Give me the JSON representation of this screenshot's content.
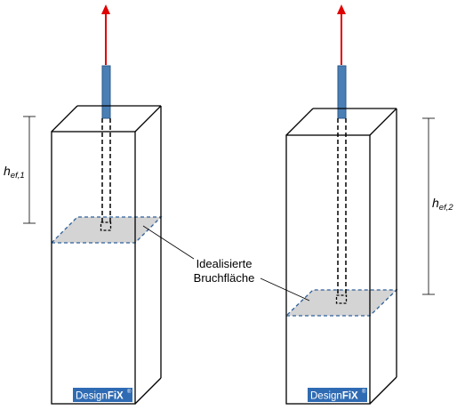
{
  "labels": {
    "h_ef_1_main": "h",
    "h_ef_1_sub": "ef,1",
    "h_ef_2_main": "h",
    "h_ef_2_sub": "ef,2",
    "fracture_line1": "Idealisierte",
    "fracture_line2": "Bruchfläche"
  },
  "logo": {
    "text_design": "Design",
    "text_fix": "FiX",
    "registered": "®"
  },
  "colors": {
    "arrow": "#e00000",
    "anchor_rod": "#4a7fb5",
    "anchor_rod_border": "#2d5a8a",
    "fracture_fill": "#d4d4d4",
    "fracture_border": "#2e5f9a",
    "outline": "#000000",
    "logo_bg": "#2f6bb3"
  }
}
